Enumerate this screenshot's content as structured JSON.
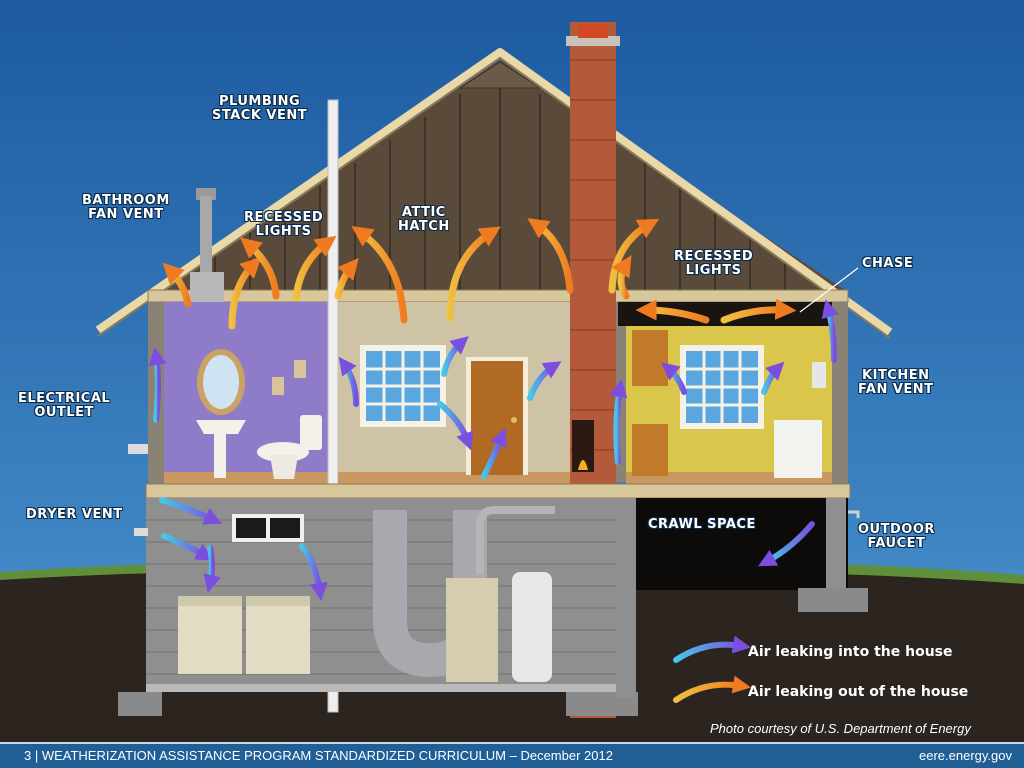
{
  "labels": {
    "plumbing": [
      "PLUMBING",
      "STACK VENT"
    ],
    "bathroom_fan": [
      "BATHROOM",
      "FAN VENT"
    ],
    "recessed_left": [
      "RECESSED",
      "LIGHTS"
    ],
    "attic_hatch": [
      "ATTIC",
      "HATCH"
    ],
    "recessed_right": [
      "RECESSED",
      "LIGHTS"
    ],
    "chase": "CHASE",
    "kitchen_fan": [
      "KITCHEN",
      "FAN VENT"
    ],
    "electrical": [
      "ELECTRICAL",
      "OUTLET"
    ],
    "dryer": "DRYER VENT",
    "crawl": "CRAWL SPACE",
    "faucet": [
      "OUTDOOR",
      "FAUCET"
    ]
  },
  "legend": {
    "in": "Air leaking into the house",
    "out": "Air leaking out of the house"
  },
  "colors": {
    "air_in": "#6a4fd0",
    "air_out": "#f07a20",
    "sky": "#1e5fa3",
    "ground": "#2b241f"
  },
  "credit": "Photo courtesy of U.S. Department of Energy",
  "footer": {
    "left": "3 | WEATHERIZATION ASSISTANCE PROGRAM STANDARDIZED CURRICULUM – December 2012",
    "right": "eere.energy.gov"
  }
}
